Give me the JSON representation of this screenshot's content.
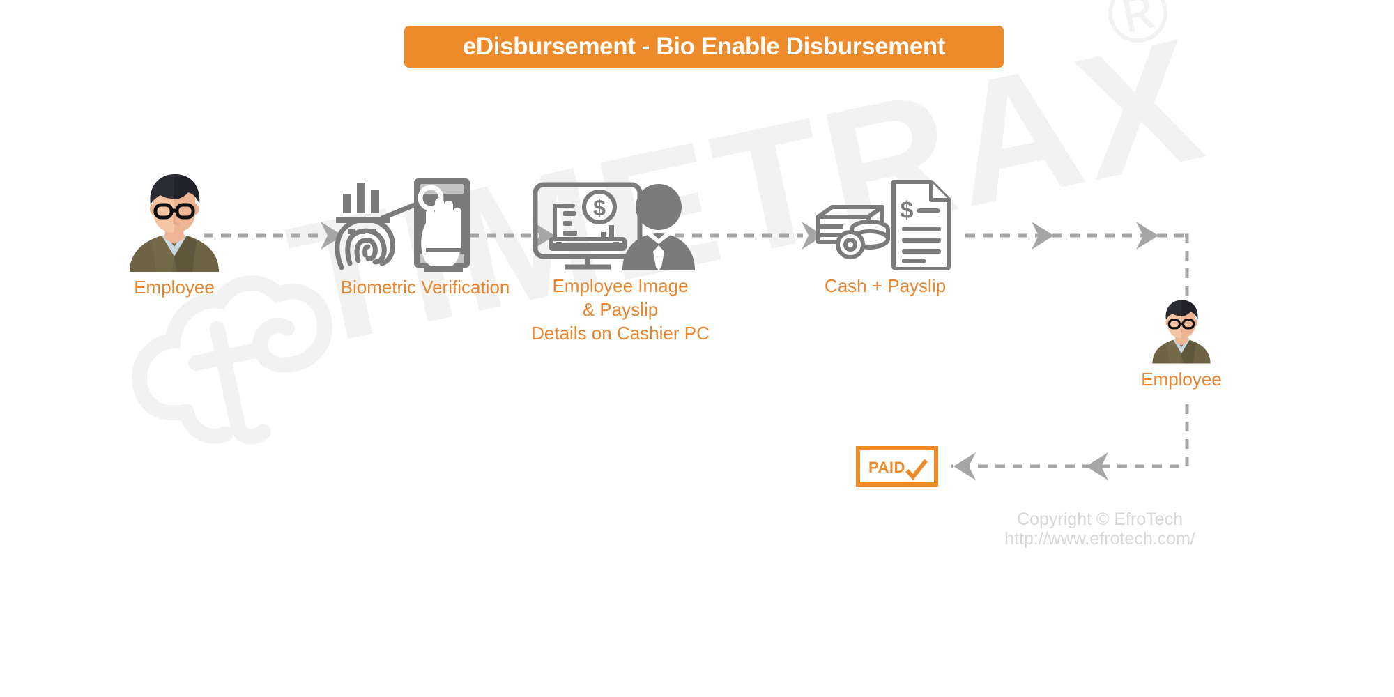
{
  "title": {
    "text": "eDisbursement - Bio Enable Disbursement",
    "banner_color": "#ED8B2A",
    "text_color": "#FFFFFF"
  },
  "theme": {
    "accent_orange": "#ED8B2A",
    "label_orange": "#E8852E",
    "connector_gray": "#A6A6A6",
    "icon_gray": "#7B7B7B",
    "watermark_gray": "#F2F2F2",
    "background": "#FFFFFF"
  },
  "nodes": [
    {
      "id": "employee-1",
      "label": "Employee",
      "icon": "employee-avatar-icon"
    },
    {
      "id": "biometric",
      "label": "Biometric Verification",
      "icon": "fingerprint-scanner-icon"
    },
    {
      "id": "cashier",
      "label_lines": [
        "Employee Image",
        "& Payslip",
        "Details on Cashier PC"
      ],
      "icon": "monitor-cashier-icon"
    },
    {
      "id": "cash",
      "label": "Cash + Payslip",
      "icon": "cash-payslip-icon"
    },
    {
      "id": "employee-2",
      "label": "Employee",
      "icon": "employee-avatar-icon"
    }
  ],
  "flow": {
    "direction": "left-to-right then down then right-to-left",
    "connector_style": "dashed-arrow",
    "steps": [
      "Employee",
      "Biometric Verification",
      "Employee Image & Payslip Details on Cashier PC",
      "Cash + Payslip",
      "Employee",
      "PAID"
    ]
  },
  "paid_badge": {
    "label": "PAID",
    "icon": "check-mark-icon",
    "border_color": "#ED8B2A",
    "text_color": "#ED8B2A"
  },
  "watermark": {
    "text": "TIMETRAX",
    "registered_mark": "®",
    "logo": "timetrax-cloud-logo"
  },
  "footer": {
    "copyright": "Copyright © EfroTech",
    "url": "http://www.efrotech.com/"
  }
}
